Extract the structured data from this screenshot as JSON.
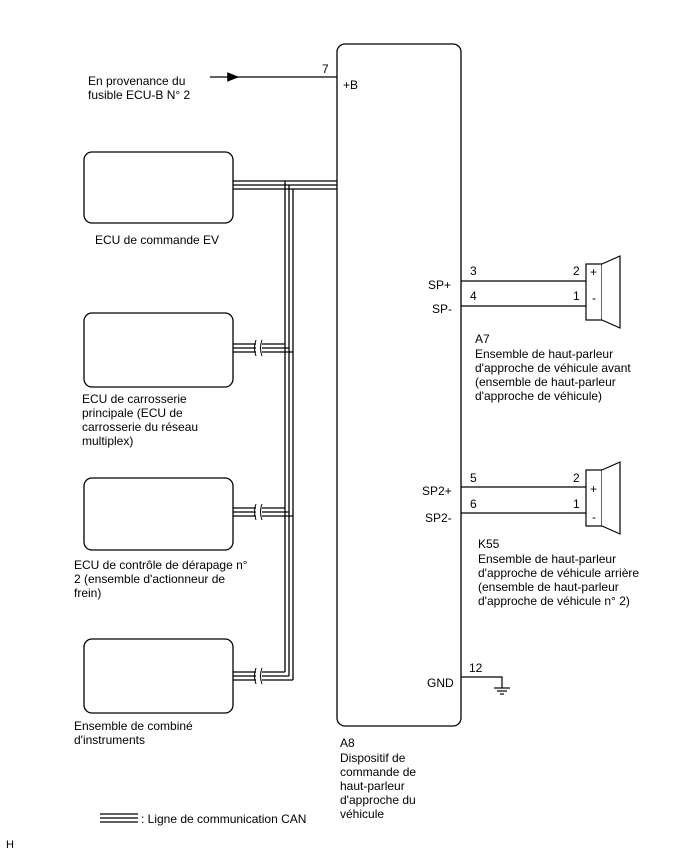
{
  "source": {
    "line1": "En provenance du",
    "line2": "fusible ECU-B N° 2",
    "pin": "7",
    "terminal": "+B"
  },
  "ecus": [
    {
      "lines": [
        "ECU de commande EV"
      ]
    },
    {
      "lines": [
        "ECU de carrosserie",
        "principale (ECU de",
        "carrosserie du réseau",
        "multiplex)"
      ]
    },
    {
      "lines": [
        "ECU de contrôle de dérapage n°",
        "2 (ensemble d'actionneur de",
        "frein)"
      ]
    },
    {
      "lines": [
        "Ensemble de combiné",
        "d'instruments"
      ]
    }
  ],
  "device": {
    "code": "A8",
    "lines": [
      "Dispositif de",
      "commande de",
      "haut-parleur",
      "d'approche du",
      "véhicule"
    ]
  },
  "front_speaker": {
    "term_pos": "SP+",
    "pin_pos": "3",
    "spk_pin_pos": "2",
    "term_neg": "SP-",
    "pin_neg": "4",
    "spk_pin_neg": "1",
    "code": "A7",
    "lines": [
      "Ensemble de haut-parleur",
      "d'approche de véhicule avant",
      "(ensemble de haut-parleur",
      "d'approche de véhicule)"
    ]
  },
  "rear_speaker": {
    "term_pos": "SP2+",
    "pin_pos": "5",
    "spk_pin_pos": "2",
    "term_neg": "SP2-",
    "pin_neg": "6",
    "spk_pin_neg": "1",
    "code": "K55",
    "lines": [
      "Ensemble de haut-parleur",
      "d'approche de véhicule arrière",
      "(ensemble de haut-parleur",
      "d'approche de véhicule n° 2)"
    ]
  },
  "speaker_plus": "+",
  "speaker_minus": "-",
  "ground": {
    "terminal": "GND",
    "pin": "12"
  },
  "legend": ": Ligne de communication CAN",
  "corner_mark": "H"
}
